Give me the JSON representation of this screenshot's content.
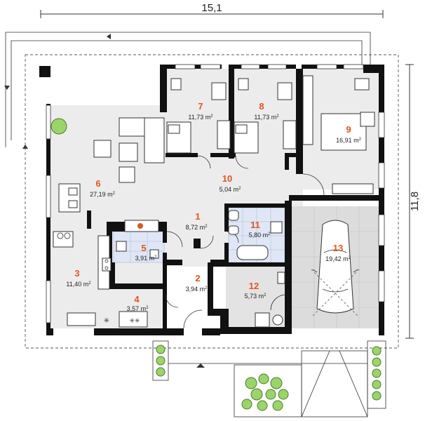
{
  "dimensions": {
    "width_label": "15,1",
    "depth_label": "11,8"
  },
  "rooms": [
    {
      "number": "1",
      "area": "8,72 m",
      "unit_sup": "2"
    },
    {
      "number": "2",
      "area": "3,94 m",
      "unit_sup": "2"
    },
    {
      "number": "3",
      "area": "11,40 m",
      "unit_sup": "2"
    },
    {
      "number": "4",
      "area": "3,57 m",
      "unit_sup": "2"
    },
    {
      "number": "5",
      "area": "3,91 m",
      "unit_sup": "2"
    },
    {
      "number": "6",
      "area": "27,19 m",
      "unit_sup": "2"
    },
    {
      "number": "7",
      "area": "11,73 m",
      "unit_sup": "2"
    },
    {
      "number": "8",
      "area": "11,73 m",
      "unit_sup": "2"
    },
    {
      "number": "9",
      "area": "16,91 m",
      "unit_sup": "2"
    },
    {
      "number": "10",
      "area": "5,04 m",
      "unit_sup": "2"
    },
    {
      "number": "11",
      "area": "5,80 m",
      "unit_sup": "2"
    },
    {
      "number": "12",
      "area": "5,73 m",
      "unit_sup": "2"
    },
    {
      "number": "13",
      "area": "19,42 m",
      "unit_sup": "2"
    }
  ],
  "colors": {
    "room_number": "#e0561f",
    "floor_gray": "#e6e6e6",
    "tile_blue": "#dfe6f5",
    "garage_tile": "#dcdcdc",
    "wall": "#111111",
    "plant_green": "#9bd46a"
  }
}
